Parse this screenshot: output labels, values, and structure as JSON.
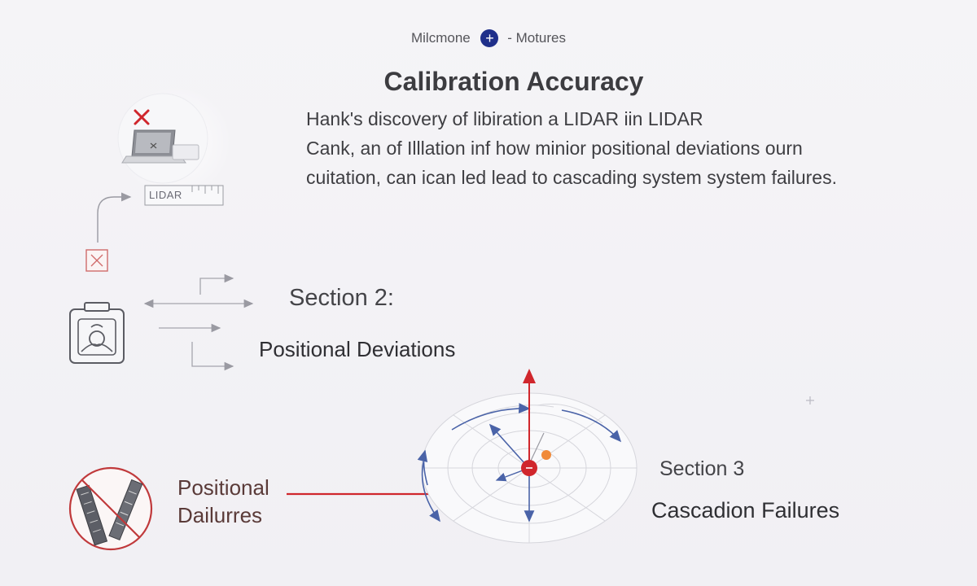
{
  "breadcrumb": {
    "left": "Milcmone",
    "right": "Motures"
  },
  "title": "Calibration Accuracy",
  "description": {
    "line1": "Hank's discovery of libiration a LIDAR iin LIDAR",
    "line2": "Cank, an of Illlation inf how minior positional deviations ourn",
    "line3": "cuitation, can ican led lead to cascading system system failures."
  },
  "left_panel": {
    "lidar_label": "LIDAR"
  },
  "sections": {
    "section2_heading": "Section 2:",
    "section2_subheading": "Positional Deviations",
    "section3_heading": "Section 3",
    "section3_subheading": "Cascadion Failures"
  },
  "failures_label": {
    "line1": "Positional",
    "line2": "Dailurres"
  },
  "colors": {
    "accent_red": "#d0262c",
    "arrow_blue": "#4a63a8",
    "badge_navy": "#1f2f8a",
    "dot_orange": "#f08a3a"
  },
  "icons": [
    "plus-icon",
    "red-x-icon",
    "laptop-icon",
    "lidar-ruler-icon",
    "error-box-icon",
    "camera-module-icon",
    "prohibited-tools-icon",
    "target-radar-icon",
    "sparkle-icon"
  ]
}
